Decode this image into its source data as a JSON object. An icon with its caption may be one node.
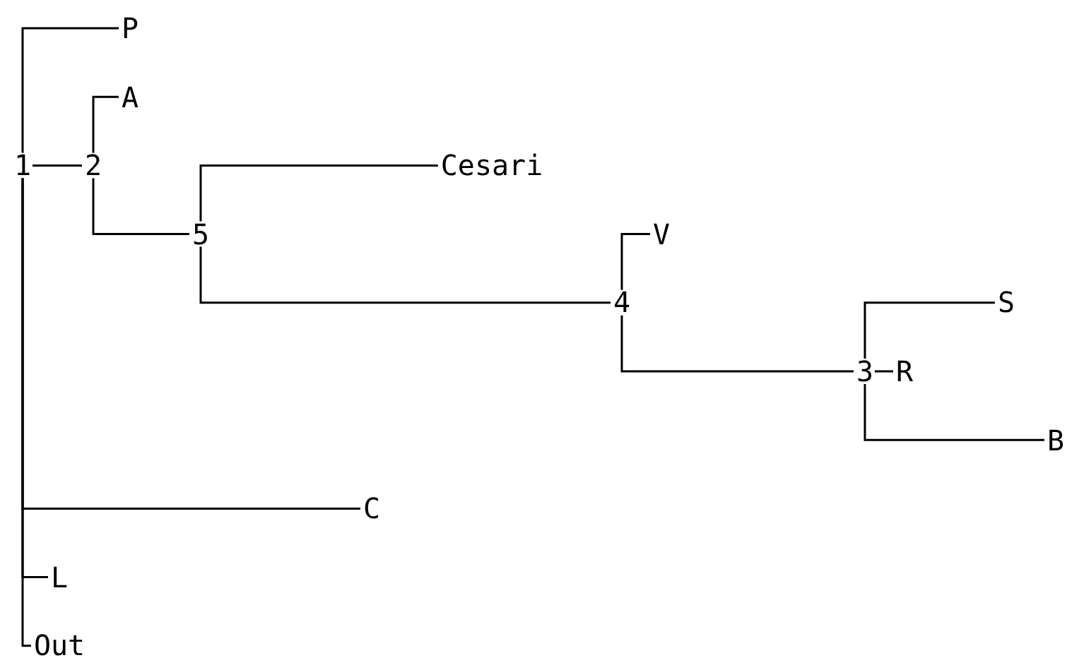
{
  "diagram": {
    "nodes": [
      {
        "text": [
          "1"
        ]
      },
      {
        "text": [
          "P"
        ]
      },
      {
        "text": [
          "2"
        ]
      },
      {
        "text": [
          "A"
        ]
      },
      {
        "text": [
          "5"
        ]
      },
      {
        "text": [
          "Cesari"
        ]
      },
      {
        "text": [
          "4"
        ]
      },
      {
        "text": [
          "V"
        ]
      },
      {
        "text": [
          "3"
        ]
      },
      {
        "text": [
          "S"
        ]
      },
      {
        "text": [
          "R"
        ]
      },
      {
        "text": [
          "B"
        ]
      },
      {
        "text": [
          "C"
        ]
      },
      {
        "text": [
          "L"
        ]
      },
      {
        "text": [
          "Out"
        ]
      }
    ],
    "edges": [
      {
        "from": 0,
        "to": 1,
        "arrow": "none"
      },
      {
        "from": 0,
        "to": 2,
        "arrow": "none"
      },
      {
        "from": 2,
        "to": 3,
        "arrow": "none"
      },
      {
        "from": 2,
        "to": 4,
        "arrow": "none"
      },
      {
        "from": 4,
        "to": 5,
        "arrow": "none"
      },
      {
        "from": 4,
        "to": 6,
        "arrow": "none"
      },
      {
        "from": 6,
        "to": 7,
        "arrow": "none"
      },
      {
        "from": 6,
        "to": 8,
        "arrow": "none"
      },
      {
        "from": 8,
        "to": 9,
        "arrow": "none"
      },
      {
        "from": 8,
        "to": 10,
        "arrow": "none"
      },
      {
        "from": 8,
        "to": 11,
        "arrow": "none"
      },
      {
        "from": 0,
        "to": 12,
        "arrow": "none"
      },
      {
        "from": 0,
        "to": 13,
        "arrow": "none"
      },
      {
        "from": 0,
        "to": 14,
        "arrow": "none"
      }
    ]
  }
}
